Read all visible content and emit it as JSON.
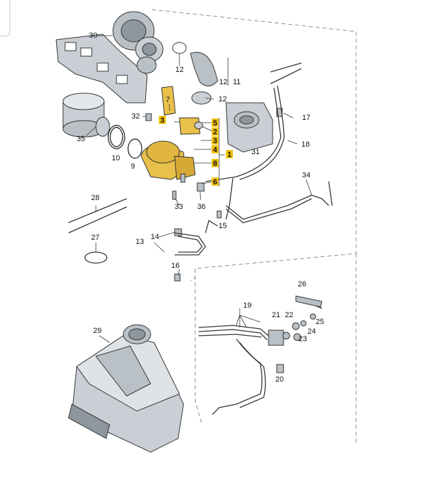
{
  "labels": {
    "l1": "1",
    "l2": "2",
    "l3a": "3",
    "l3b": "3",
    "l4": "4",
    "l5": "5",
    "l6": "6",
    "l7": "7",
    "l8": "8",
    "l9": "9",
    "l10": "10",
    "l11": "11",
    "l12a": "12",
    "l12b": "12",
    "l12c": "12",
    "l13": "13",
    "l14": "14",
    "l15": "15",
    "l16": "16",
    "l17": "17",
    "l18": "18",
    "l19": "19",
    "l20": "20",
    "l21": "21",
    "l22": "22",
    "l23": "23",
    "l24": "24",
    "l25": "25",
    "l26": "26",
    "l27": "27",
    "l28": "28",
    "l29": "29",
    "l30": "30",
    "l31": "31",
    "l32": "32",
    "l33": "33",
    "l34": "34",
    "l35": "35",
    "l36": "36"
  },
  "colors": {
    "highlight_part": "#e8c04a",
    "highlight_label": "#f2c200",
    "line": "#222222",
    "frame": "#8a8a8a",
    "part_fill": "#c9cfd4",
    "part_dark": "#8e979e"
  }
}
